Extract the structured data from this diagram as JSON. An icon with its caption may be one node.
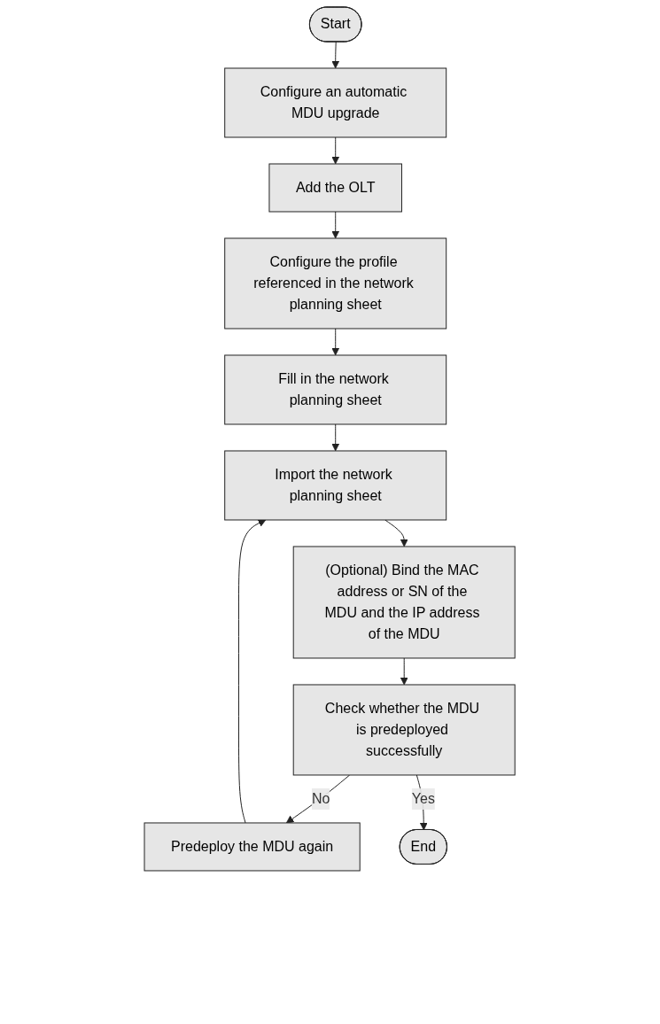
{
  "diagram": {
    "nodes": [
      {
        "text": [
          "Start"
        ]
      },
      {
        "text": [
          "Configure an automatic MDU upgrade"
        ]
      },
      {
        "text": [
          "Add the OLT"
        ]
      },
      {
        "text": [
          "Configure the profile referenced in the network planning sheet"
        ]
      },
      {
        "text": [
          "Fill in the network planning sheet"
        ]
      },
      {
        "text": [
          "Import the network planning sheet"
        ]
      },
      {
        "text": [
          "(Optional) Bind the MAC address or SN of the MDU and the IP address of the MDU"
        ]
      },
      {
        "text": [
          "Check whether the MDU is predeployed successfully"
        ]
      },
      {
        "text": [
          "Predeploy the MDU again"
        ]
      },
      {
        "text": [
          "End"
        ]
      }
    ],
    "edges": [
      {
        "from": 0,
        "to": 1,
        "arrow": "to"
      },
      {
        "from": 1,
        "to": 2,
        "arrow": "to"
      },
      {
        "from": 2,
        "to": 3,
        "arrow": "to"
      },
      {
        "from": 3,
        "to": 4,
        "arrow": "to"
      },
      {
        "from": 4,
        "to": 5,
        "arrow": "to"
      },
      {
        "from": 5,
        "to": 6,
        "arrow": "to"
      },
      {
        "from": 6,
        "to": 7,
        "arrow": "to"
      },
      {
        "from": 7,
        "to": 8,
        "arrow": "to",
        "label": "No"
      },
      {
        "from": 8,
        "to": 5,
        "arrow": "to"
      },
      {
        "from": 7,
        "to": 9,
        "arrow": "to",
        "label": "Yes"
      }
    ]
  }
}
